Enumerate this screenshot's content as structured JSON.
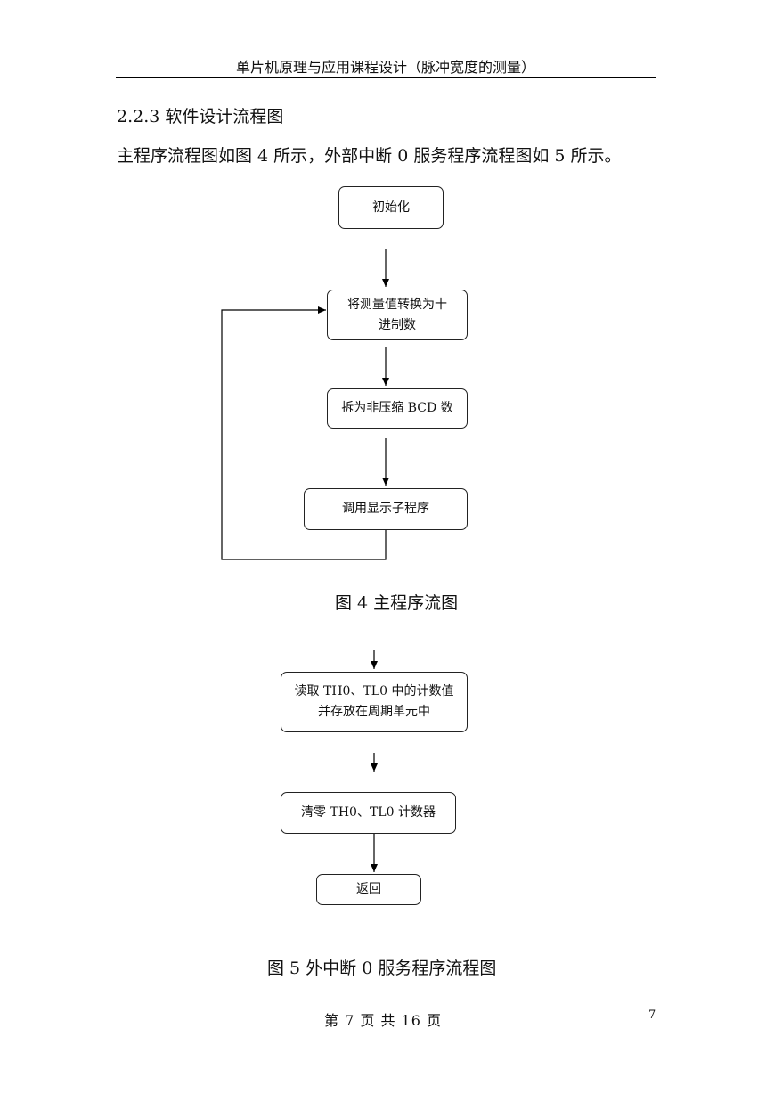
{
  "header": {
    "title": "单片机原理与应用课程设计（脉冲宽度的测量）"
  },
  "section": {
    "heading": "2.2.3 软件设计流程图"
  },
  "intro": {
    "text": "主程序流程图如图 4 所示，外部中断 0 服务程序流程图如 5 所示。"
  },
  "figure4": {
    "boxes": {
      "init": "初始化",
      "convert_line1": "将测量值转换为十",
      "convert_line2": "进制数",
      "split": "拆为非压缩 BCD 数",
      "display": "调用显示子程序"
    },
    "caption": "图 4 主程序流图"
  },
  "figure5": {
    "boxes": {
      "read_line1": "读取 TH0、TL0 中的计数值",
      "read_line2": "并存放在周期单元中",
      "clear": "清零 TH0、TL0 计数器",
      "return": "返回"
    },
    "caption": "图 5  外中断 0 服务程序流程图"
  },
  "footer": {
    "page_text": "第 7 页 共 16 页",
    "page_number": "7"
  }
}
